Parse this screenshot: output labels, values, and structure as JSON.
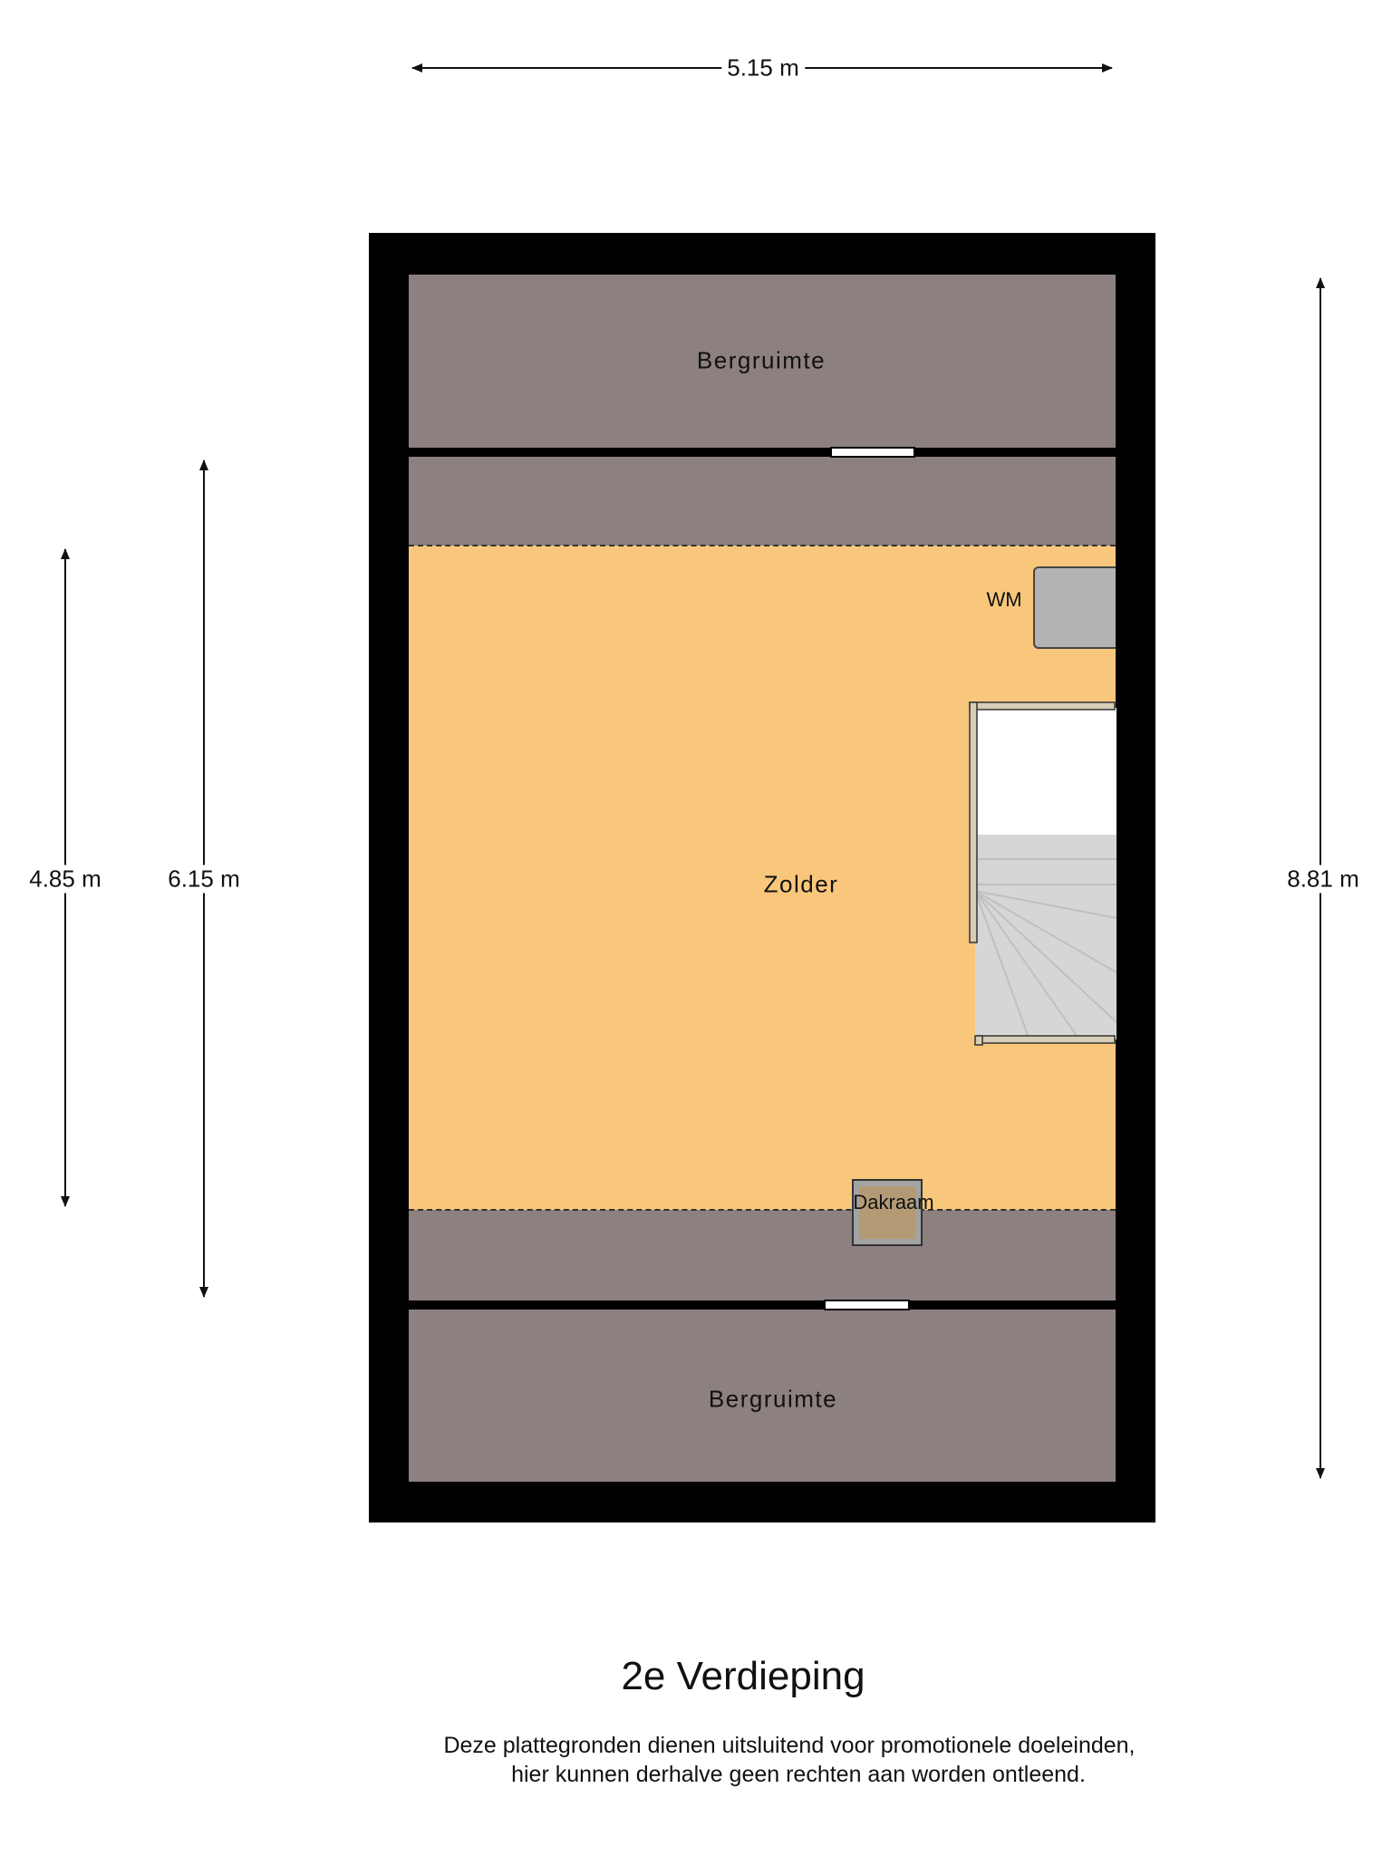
{
  "floorplan": {
    "rooms": {
      "storage_top": "Bergruimte",
      "attic": "Zolder",
      "storage_bottom": "Bergruimte",
      "washing_machine": "WM",
      "skylight": "Dakraam"
    },
    "dimensions": {
      "width_top": "5.15 m",
      "height_left_inner": "4.85 m",
      "height_left_outer": "6.15 m",
      "height_right": "8.81 m"
    },
    "title": "2e Verdieping",
    "disclaimer": [
      "Deze plattegronden dienen uitsluitend voor promotionele doeleinden,",
      "hier kunnen derhalve geen rechten aan worden ontleend."
    ],
    "colors": {
      "storage": "#8c8080",
      "attic": "#f9c77b",
      "wall": "#000000"
    }
  }
}
